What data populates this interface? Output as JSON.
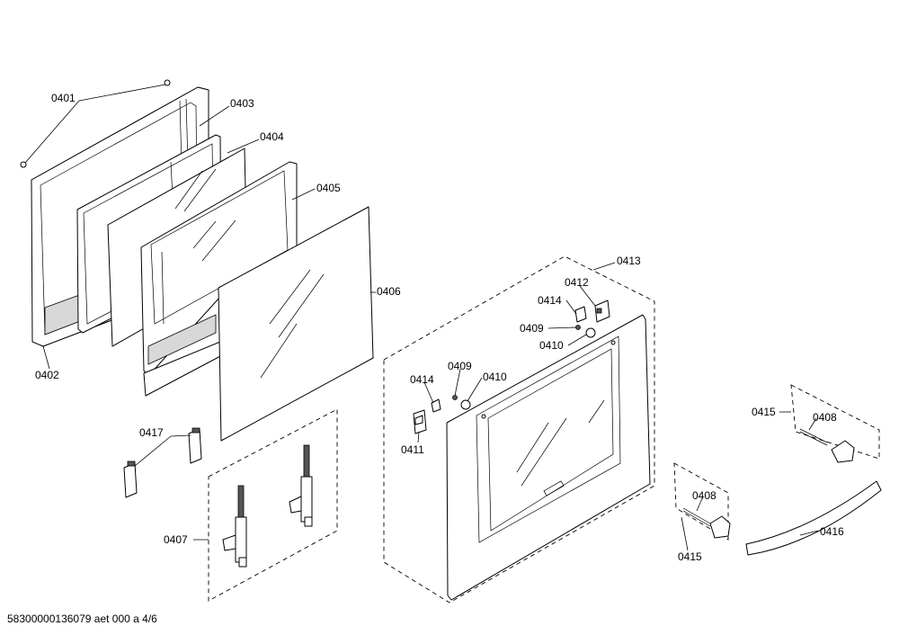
{
  "diagram": {
    "labels": {
      "p0401": "0401",
      "p0402": "0402",
      "p0403": "0403",
      "p0404": "0404",
      "p0405": "0405",
      "p0406": "0406",
      "p0407": "0407",
      "p0408a": "0408",
      "p0408b": "0408",
      "p0409a": "0409",
      "p0409b": "0409",
      "p0410a": "0410",
      "p0410b": "0410",
      "p0411": "0411",
      "p0412": "0412",
      "p0413": "0413",
      "p0414a": "0414",
      "p0414b": "0414",
      "p0415a": "0415",
      "p0415b": "0415",
      "p0416": "0416",
      "p0417": "0417"
    },
    "footer": "58300000136079 aet 000 a 4/6"
  }
}
